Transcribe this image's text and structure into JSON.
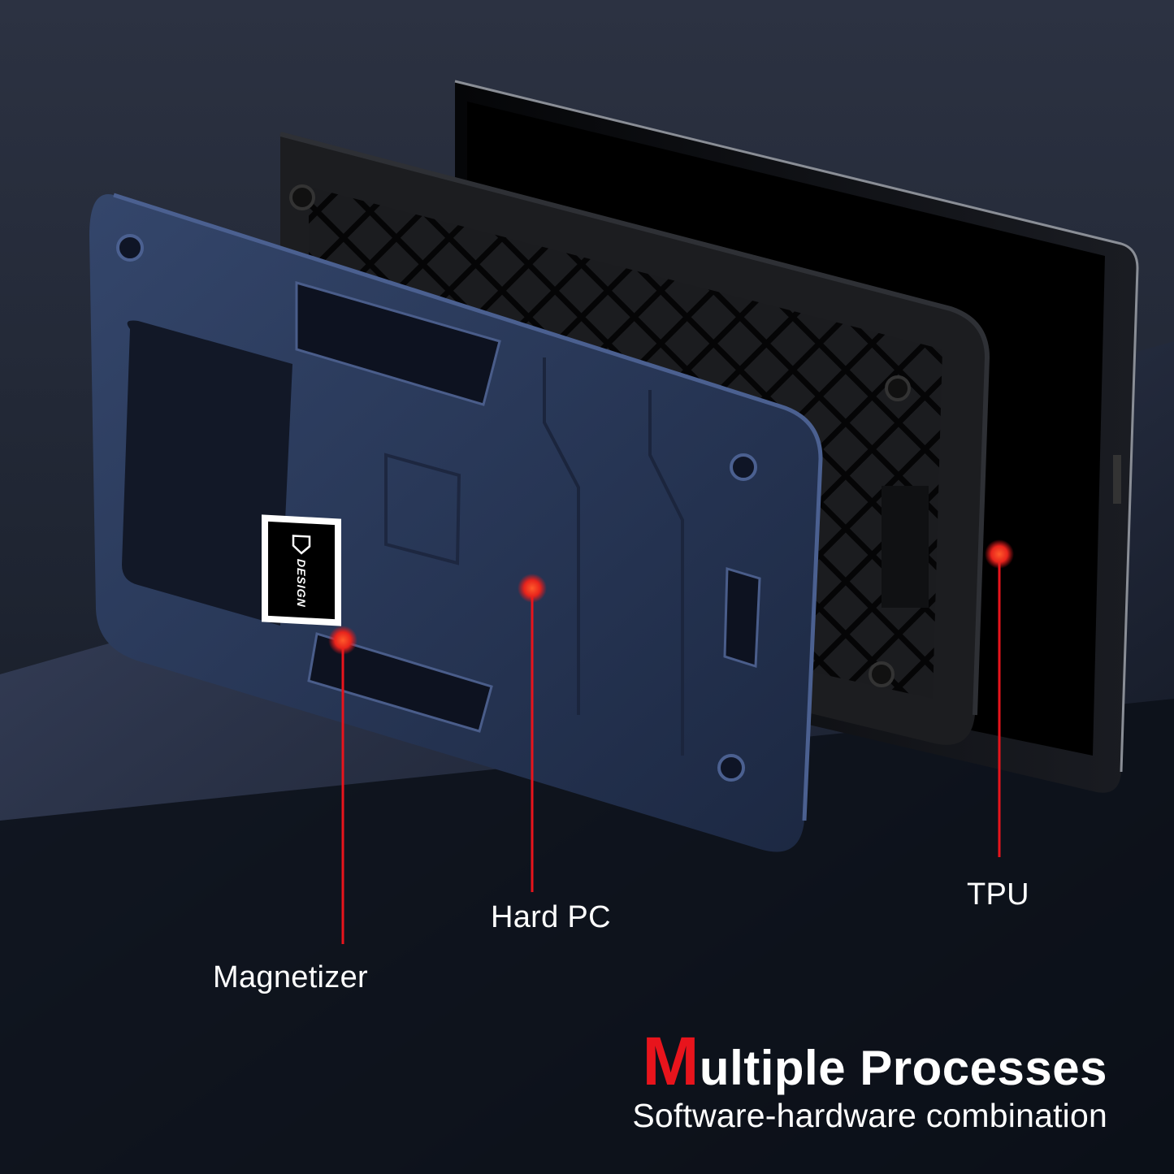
{
  "callouts": {
    "magnetizer": "Magnetizer",
    "hard_pc": "Hard PC",
    "tpu": "TPU"
  },
  "headline": {
    "first_letter": "M",
    "rest": "ultiple Processes",
    "subtitle": "Software-hardware combination"
  },
  "badge": {
    "text": "DESIGN",
    "icon": "shield-icon"
  },
  "colors": {
    "accent_red": "#e8141c",
    "case_blue": "#2a3a5c",
    "background": "#141a25"
  }
}
